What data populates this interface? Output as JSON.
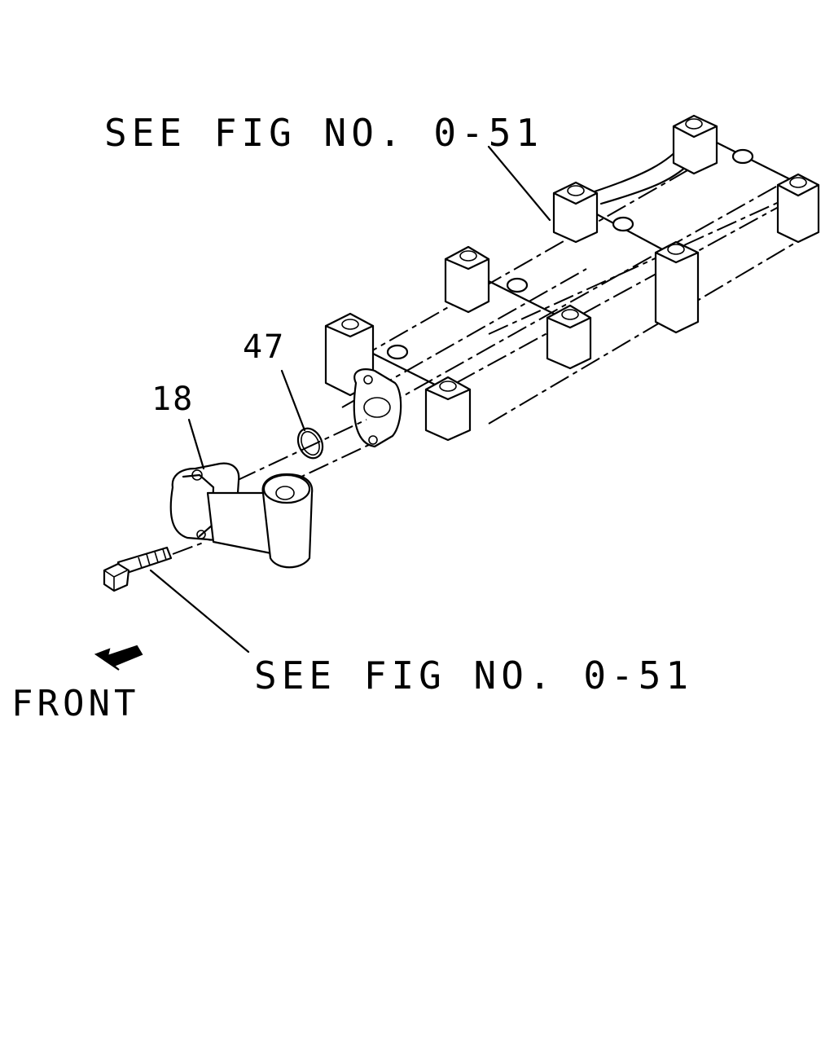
{
  "labels": {
    "ref_top": "SEE FIG NO. 0-51",
    "ref_bottom": "SEE FIG NO. 0-51",
    "part_47": "47",
    "part_18": "18",
    "front": "FRONT"
  },
  "colors": {
    "line": "#000000",
    "background": "#ffffff"
  }
}
